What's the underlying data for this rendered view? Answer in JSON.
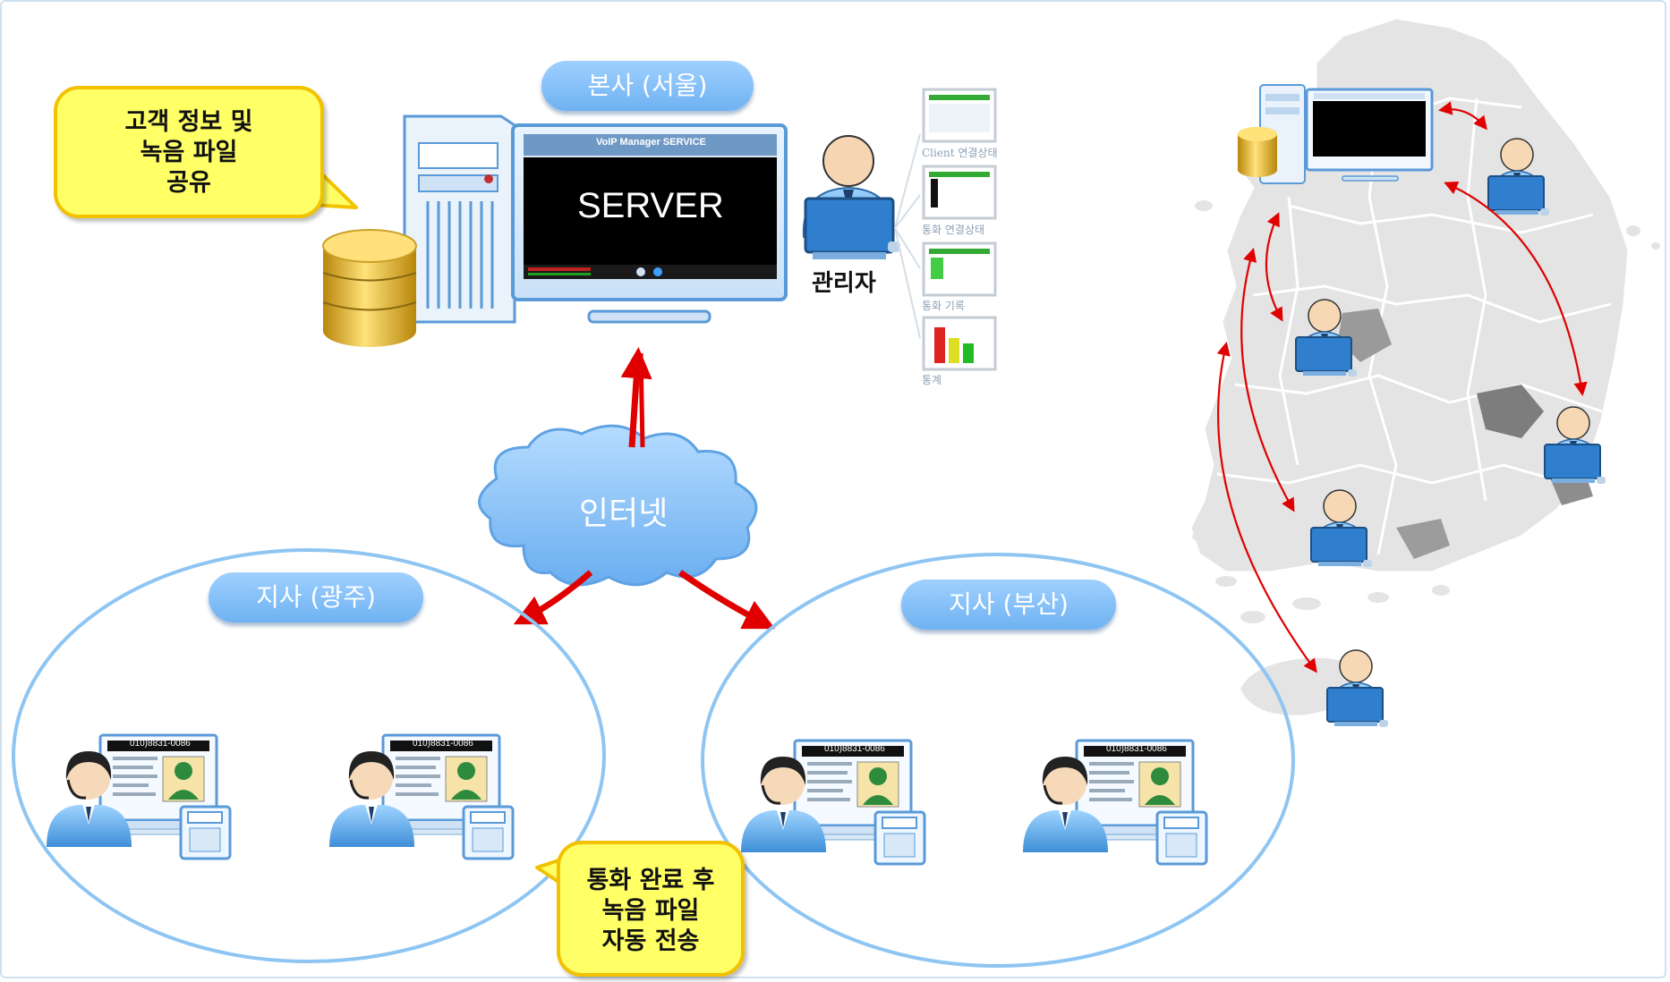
{
  "hq": {
    "label": "본사 (서울)"
  },
  "server": {
    "title": "VoIP Manager SERVICE",
    "screen_text": "SERVER"
  },
  "share_bubble": {
    "lines": [
      "고객 정보 및",
      "녹음 파일",
      "공유"
    ]
  },
  "admin": {
    "label": "관리자"
  },
  "admin_thumbnails": [
    "Client 연결상태",
    "통화 연결상태",
    "통화 기록",
    "통계"
  ],
  "internet": {
    "label": "인터넷"
  },
  "branch_gwangju": {
    "label": "지사 (광주)"
  },
  "branch_busan": {
    "label": "지사 (부산)"
  },
  "agent_screen": {
    "phone_number": "010)8831-0086"
  },
  "transfer_bubble": {
    "lines": [
      "통화 완료 후",
      "녹음 파일",
      "자동 전송"
    ]
  },
  "colors": {
    "pill": "#7dbcf5",
    "bubble_fill": "#ffff66",
    "bubble_border": "#f2c100",
    "arrow": "#e00000",
    "ellipse": "#8ec5f2",
    "cloud": "#8ec5f8"
  }
}
